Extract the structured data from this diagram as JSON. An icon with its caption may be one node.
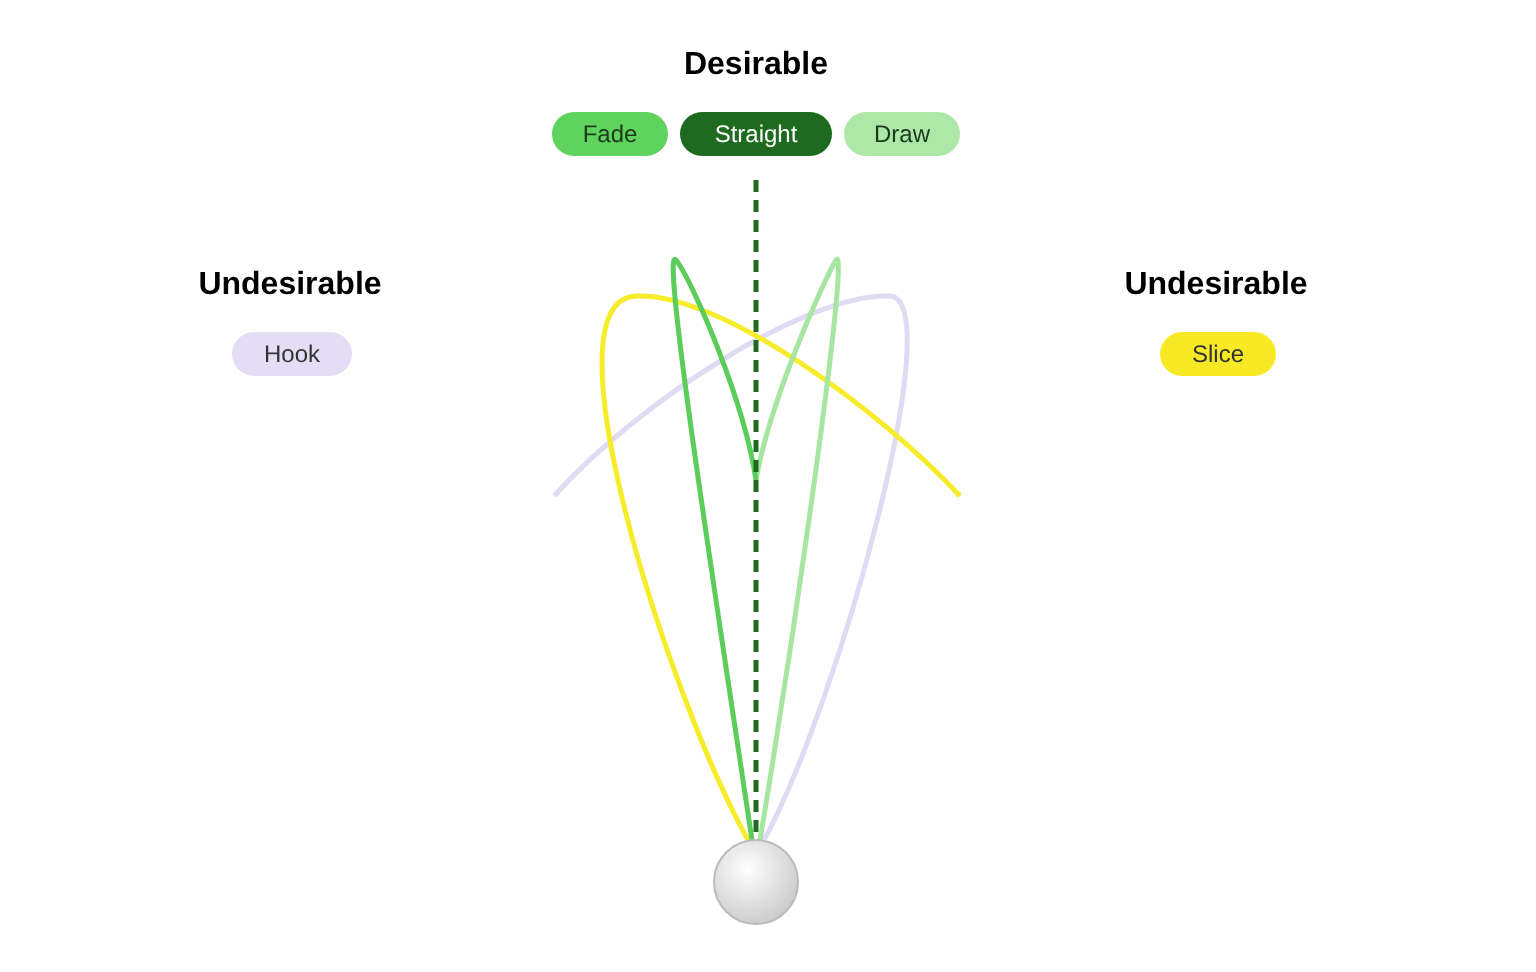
{
  "diagram": {
    "nodes": [
      {
        "text": [
          "Fade"
        ]
      },
      {
        "text": [
          "Straight"
        ]
      },
      {
        "text": [
          "Draw"
        ]
      },
      {
        "text": [
          "Hook"
        ]
      },
      {
        "text": [
          "Slice"
        ]
      }
    ],
    "labels": [
      "Desirable",
      "Undesirable",
      "Undesirable"
    ]
  }
}
